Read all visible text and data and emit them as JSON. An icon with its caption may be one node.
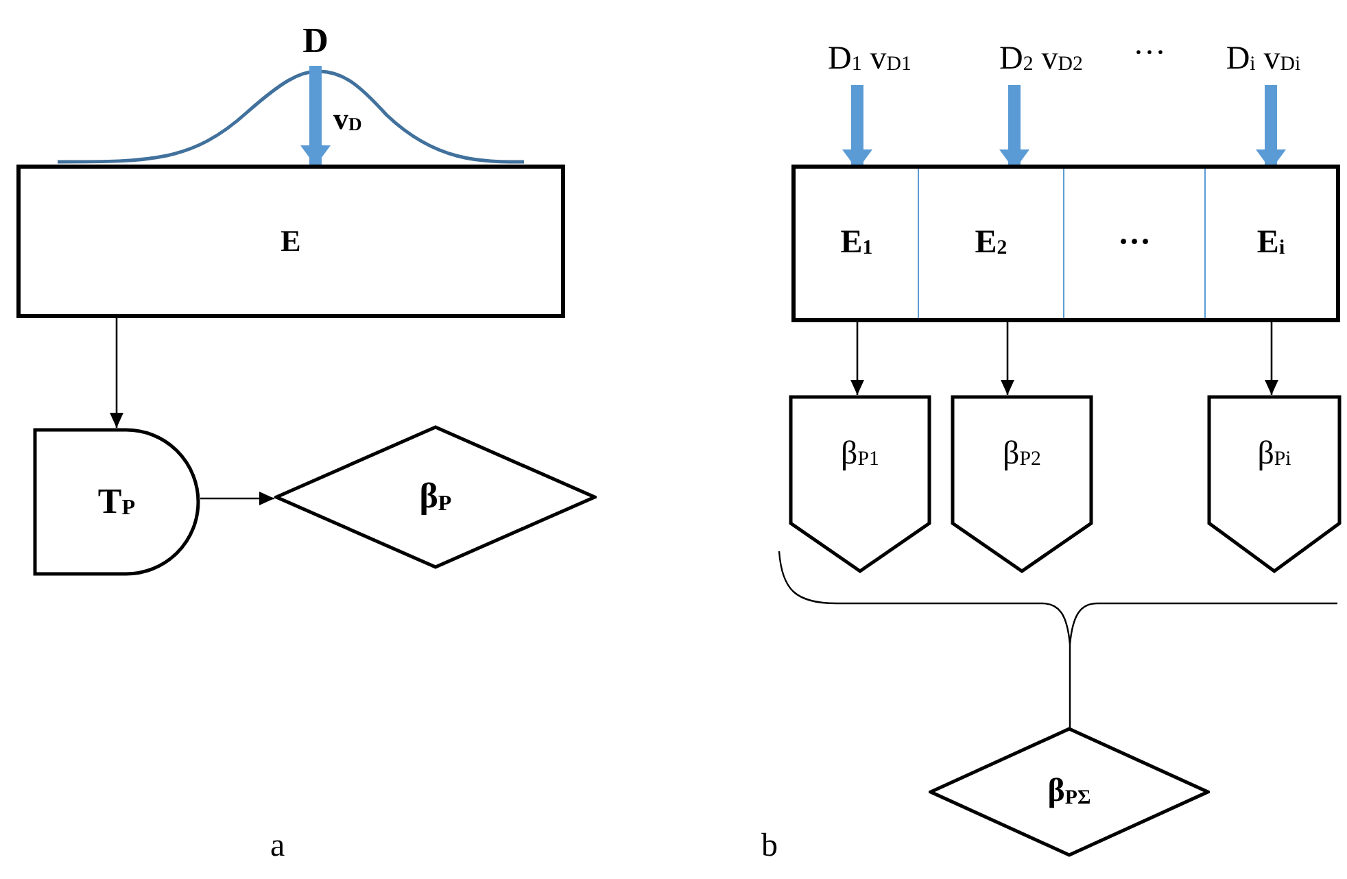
{
  "diagram": {
    "nodes": [
      {
        "text": [
          "D"
        ]
      },
      {
        "text": [
          "E"
        ]
      },
      {
        "text": [
          "T$_{P}$"
        ]
      },
      {
        "text": [
          "β$_{P}$"
        ]
      },
      {
        "text": [
          "D$_{1}$ v$_{D1}$"
        ]
      },
      {
        "text": [
          "D$_{2}$ v$_{D2}$"
        ]
      },
      {
        "text": [
          "D$_{i}$ v$_{Di}$"
        ]
      },
      {
        "text": [],
        "shape": "box"
      },
      {
        "text": [
          "E$_{1}$"
        ],
        "in": 7
      },
      {
        "text": [
          "E$_{2}$"
        ],
        "in": 7
      },
      {
        "text": [
          "···"
        ],
        "in": 7
      },
      {
        "text": [
          "E$_{i}$"
        ],
        "in": 7
      },
      {
        "text": [
          "β$_{P1}$"
        ]
      },
      {
        "text": [
          "β$_{P2}$"
        ]
      },
      {
        "text": [
          "β$_{Pi}$"
        ]
      },
      {
        "text": [
          "β$_{PΣ}$"
        ]
      }
    ],
    "edges": [
      {
        "from": 0,
        "to": 1,
        "arrow": "to",
        "label": "v$_{D}$",
        "style": "thick",
        "color": "#5b9bd5"
      },
      {
        "from": 1,
        "to": 2,
        "arrow": "to"
      },
      {
        "from": 2,
        "to": 3,
        "arrow": "to"
      },
      {
        "from": 4,
        "to": 8,
        "arrow": "to",
        "style": "thick",
        "color": "#5b9bd5"
      },
      {
        "from": 5,
        "to": 9,
        "arrow": "to",
        "style": "thick",
        "color": "#5b9bd5"
      },
      {
        "from": 6,
        "to": 11,
        "arrow": "to",
        "style": "thick",
        "color": "#5b9bd5"
      },
      {
        "from": 8,
        "to": 12,
        "arrow": "to"
      },
      {
        "from": 9,
        "to": 13,
        "arrow": "to"
      },
      {
        "from": 11,
        "to": 14,
        "arrow": "to"
      }
    ],
    "labels": [
      "···",
      "a",
      "b"
    ]
  }
}
